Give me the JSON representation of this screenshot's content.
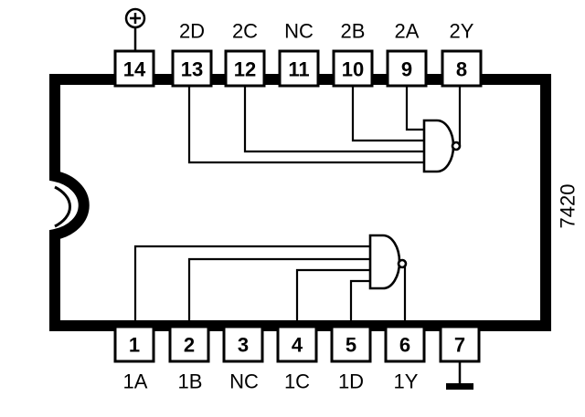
{
  "part_number": "7420",
  "top_pins": [
    {
      "num": "14",
      "label": "",
      "symbol": "plus-circle-icon"
    },
    {
      "num": "13",
      "label": "2D"
    },
    {
      "num": "12",
      "label": "2C"
    },
    {
      "num": "11",
      "label": "NC"
    },
    {
      "num": "10",
      "label": "2B"
    },
    {
      "num": "9",
      "label": "2A"
    },
    {
      "num": "8",
      "label": "2Y"
    }
  ],
  "bottom_pins": [
    {
      "num": "1",
      "label": "1A"
    },
    {
      "num": "2",
      "label": "1B"
    },
    {
      "num": "3",
      "label": "NC"
    },
    {
      "num": "4",
      "label": "1C"
    },
    {
      "num": "5",
      "label": "1D"
    },
    {
      "num": "6",
      "label": "1Y"
    },
    {
      "num": "7",
      "label": "",
      "symbol": "ground-icon"
    }
  ],
  "gates": [
    {
      "name": "gate-1",
      "inputs": [
        "1A",
        "1B",
        "1C",
        "1D"
      ],
      "output": "1Y"
    },
    {
      "name": "gate-2",
      "inputs": [
        "2A",
        "2B",
        "2C",
        "2D"
      ],
      "output": "2Y"
    }
  ]
}
